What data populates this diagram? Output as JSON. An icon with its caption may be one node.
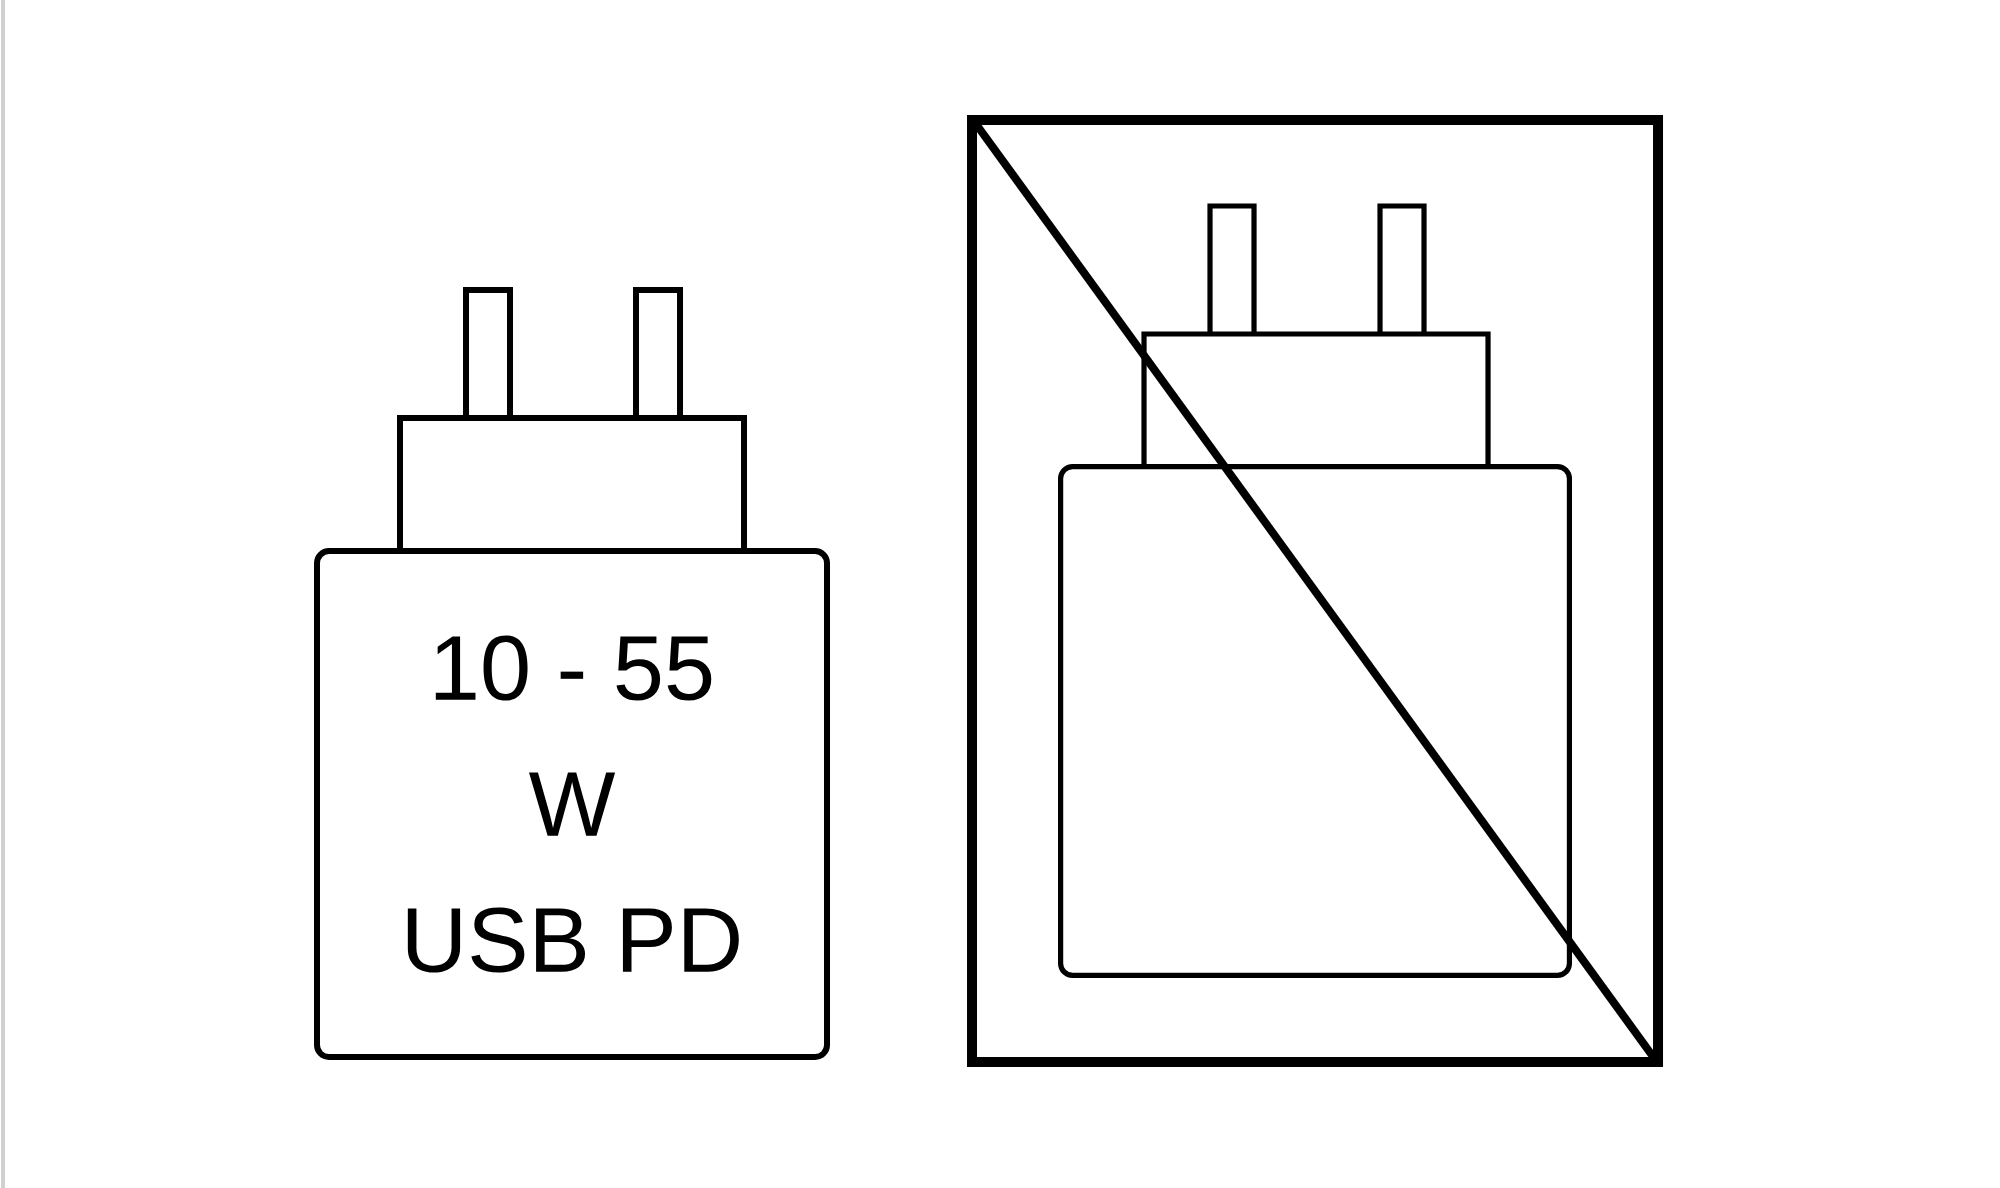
{
  "diagram": {
    "nodes": [
      {
        "text": [
          "10 - 55",
          "W",
          "USB PD"
        ]
      },
      {
        "text": [],
        "shape": "box"
      }
    ]
  }
}
